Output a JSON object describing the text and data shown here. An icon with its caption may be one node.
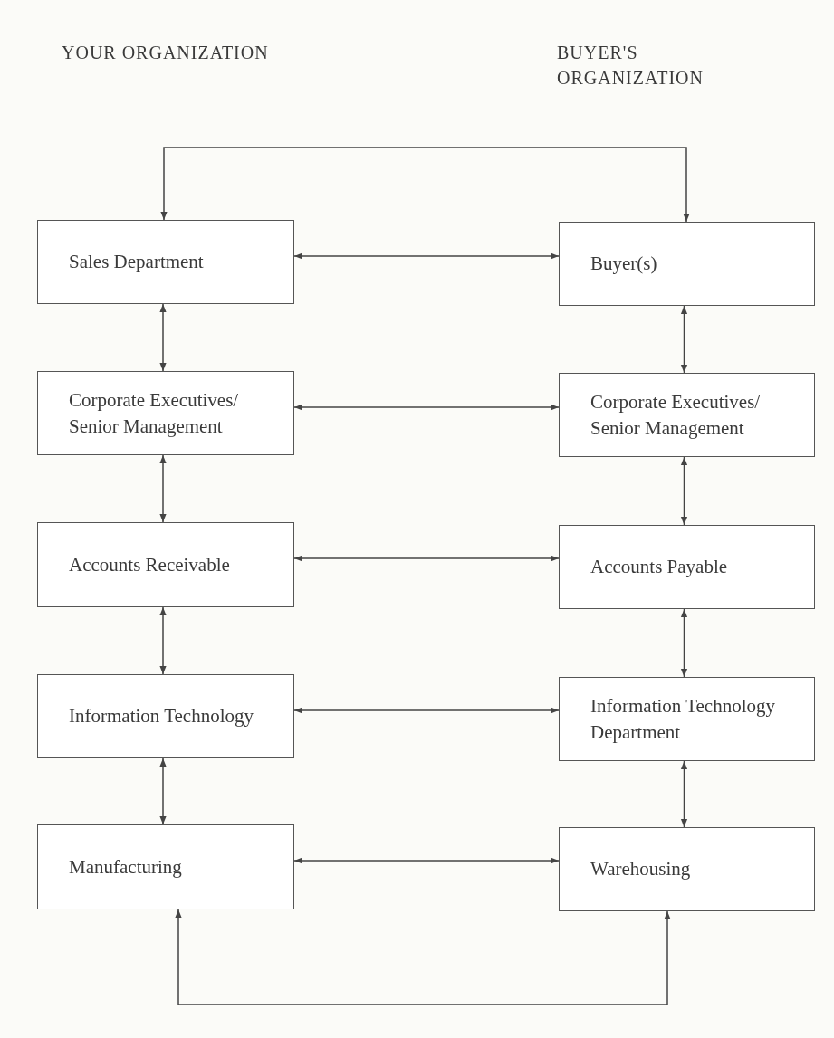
{
  "diagram": {
    "nodes": [
      {
        "text": [
          "Sales Department"
        ]
      },
      {
        "text": [
          "Buyer(s)"
        ]
      },
      {
        "text": [
          "Corporate Executives/ Senior Management"
        ]
      },
      {
        "text": [
          "Corporate Executives/ Senior Management"
        ]
      },
      {
        "text": [
          "Accounts Receivable"
        ]
      },
      {
        "text": [
          "Accounts Payable"
        ]
      },
      {
        "text": [
          "Information Technology"
        ]
      },
      {
        "text": [
          "Information Technology Department"
        ]
      },
      {
        "text": [
          "Manufacturing"
        ]
      },
      {
        "text": [
          "Warehousing"
        ]
      }
    ],
    "edges": [
      {
        "from": 0,
        "to": 1,
        "arrow": "both"
      },
      {
        "from": 0,
        "to": 1,
        "arrow": "both"
      },
      {
        "from": 0,
        "to": 2,
        "arrow": "both"
      },
      {
        "from": 1,
        "to": 3,
        "arrow": "both"
      },
      {
        "from": 2,
        "to": 3,
        "arrow": "both"
      },
      {
        "from": 2,
        "to": 4,
        "arrow": "both"
      },
      {
        "from": 3,
        "to": 5,
        "arrow": "both"
      },
      {
        "from": 4,
        "to": 5,
        "arrow": "both"
      },
      {
        "from": 4,
        "to": 6,
        "arrow": "both"
      },
      {
        "from": 5,
        "to": 7,
        "arrow": "both"
      },
      {
        "from": 6,
        "to": 7,
        "arrow": "both"
      },
      {
        "from": 6,
        "to": 8,
        "arrow": "both"
      },
      {
        "from": 7,
        "to": 9,
        "arrow": "both"
      },
      {
        "from": 8,
        "to": 9,
        "arrow": "both"
      },
      {
        "from": 8,
        "to": 9,
        "arrow": "both"
      }
    ],
    "labels": [
      "YOUR ORGANIZATION",
      "BUYER'S ORGANIZATION"
    ]
  }
}
